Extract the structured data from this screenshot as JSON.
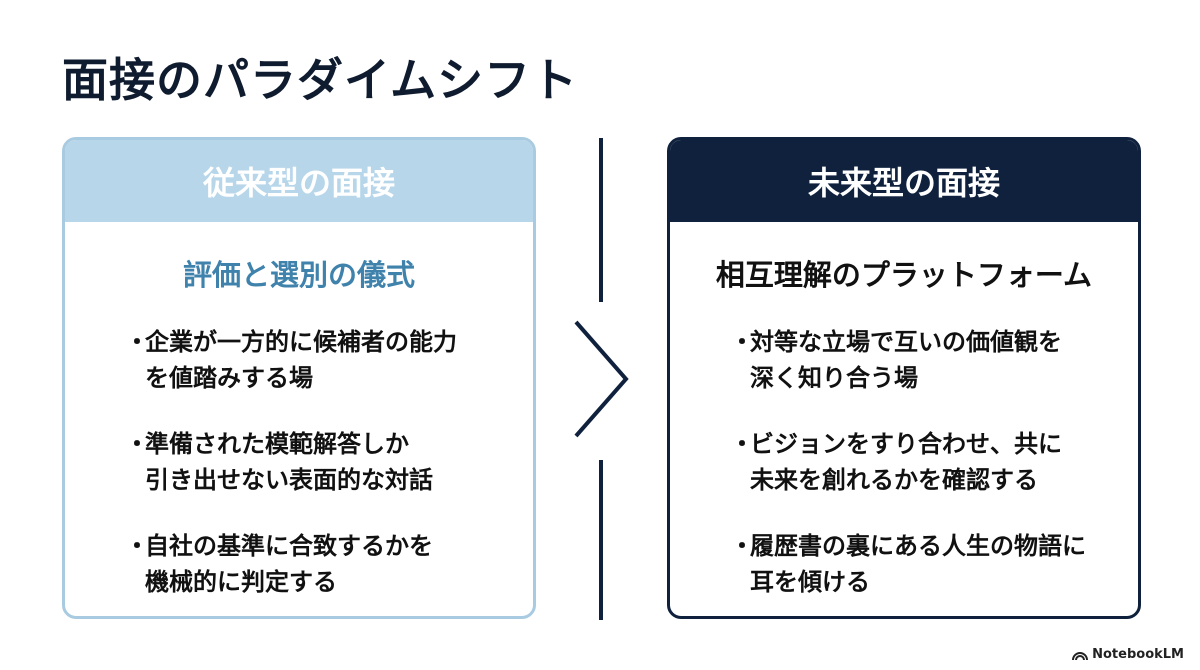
{
  "title": "面接のパラダイムシフト",
  "left": {
    "header": "従来型の面接",
    "subtitle": "評価と選別の儀式",
    "bullets": [
      {
        "lines": [
          "企業が一方的に候補者の能力",
          "を値踏みする場"
        ]
      },
      {
        "lines": [
          "準備された模範解答しか",
          "引き出せない表面的な対話"
        ]
      },
      {
        "lines": [
          "自社の基準に合致するかを",
          "機械的に判定する"
        ]
      }
    ]
  },
  "right": {
    "header": "未来型の面接",
    "subtitle": "相互理解のプラットフォーム",
    "bullets": [
      {
        "lines": [
          "対等な立場で互いの価値観を",
          "深く知り合う場"
        ]
      },
      {
        "lines": [
          "ビジョンをすり合わせ、共に",
          "未来を創れるかを確認する"
        ]
      },
      {
        "lines": [
          "履歴書の裏にある人生の物語に",
          "耳を傾ける"
        ]
      }
    ]
  },
  "bullet_symbol": "・",
  "footer": {
    "label": "NotebookLM",
    "icon": "notebooklm-logo-icon"
  },
  "colors": {
    "navy": "#0f213d",
    "light_blue": "#b7d6ea",
    "accent_blue": "#3f82ac"
  }
}
